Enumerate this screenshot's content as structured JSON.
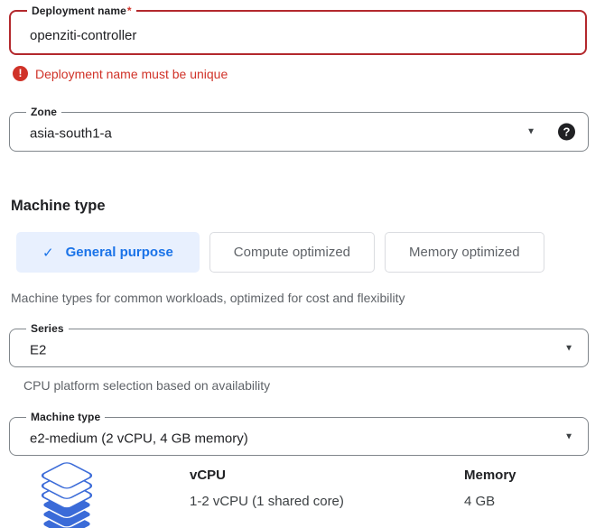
{
  "form": {
    "deployment_name": {
      "label": "Deployment name",
      "required_marker": "*",
      "value": "openziti-controller",
      "error_message": "Deployment name must be unique"
    },
    "zone": {
      "label": "Zone",
      "value": "asia-south1-a"
    }
  },
  "machine_type_section": {
    "heading": "Machine type",
    "tabs": [
      {
        "label": "General purpose",
        "selected": true
      },
      {
        "label": "Compute optimized",
        "selected": false
      },
      {
        "label": "Memory optimized",
        "selected": false
      }
    ],
    "description": "Machine types for common workloads, optimized for cost and flexibility",
    "series": {
      "label": "Series",
      "value": "E2",
      "helper": "CPU platform selection based on availability"
    },
    "machine_type": {
      "label": "Machine type",
      "value": "e2-medium (2 vCPU, 4 GB memory)"
    },
    "specs": {
      "vcpu": {
        "header": "vCPU",
        "value": "1-2 vCPU (1 shared core)"
      },
      "memory": {
        "header": "Memory",
        "value": "4 GB"
      }
    }
  },
  "icons": {
    "error_icon": "!",
    "help_icon": "?",
    "dropdown_arrow": "▼",
    "check_icon": "✓",
    "series_icon": "layers-stack-icon"
  },
  "colors": {
    "error_border": "#b3282d",
    "error_text": "#d03228",
    "accent_blue": "#1a73e8",
    "selected_tab_bg": "#e8f0fe",
    "icon_blue": "#3b6bd8",
    "field_border": "#80868b",
    "muted_text": "#5f6368"
  }
}
